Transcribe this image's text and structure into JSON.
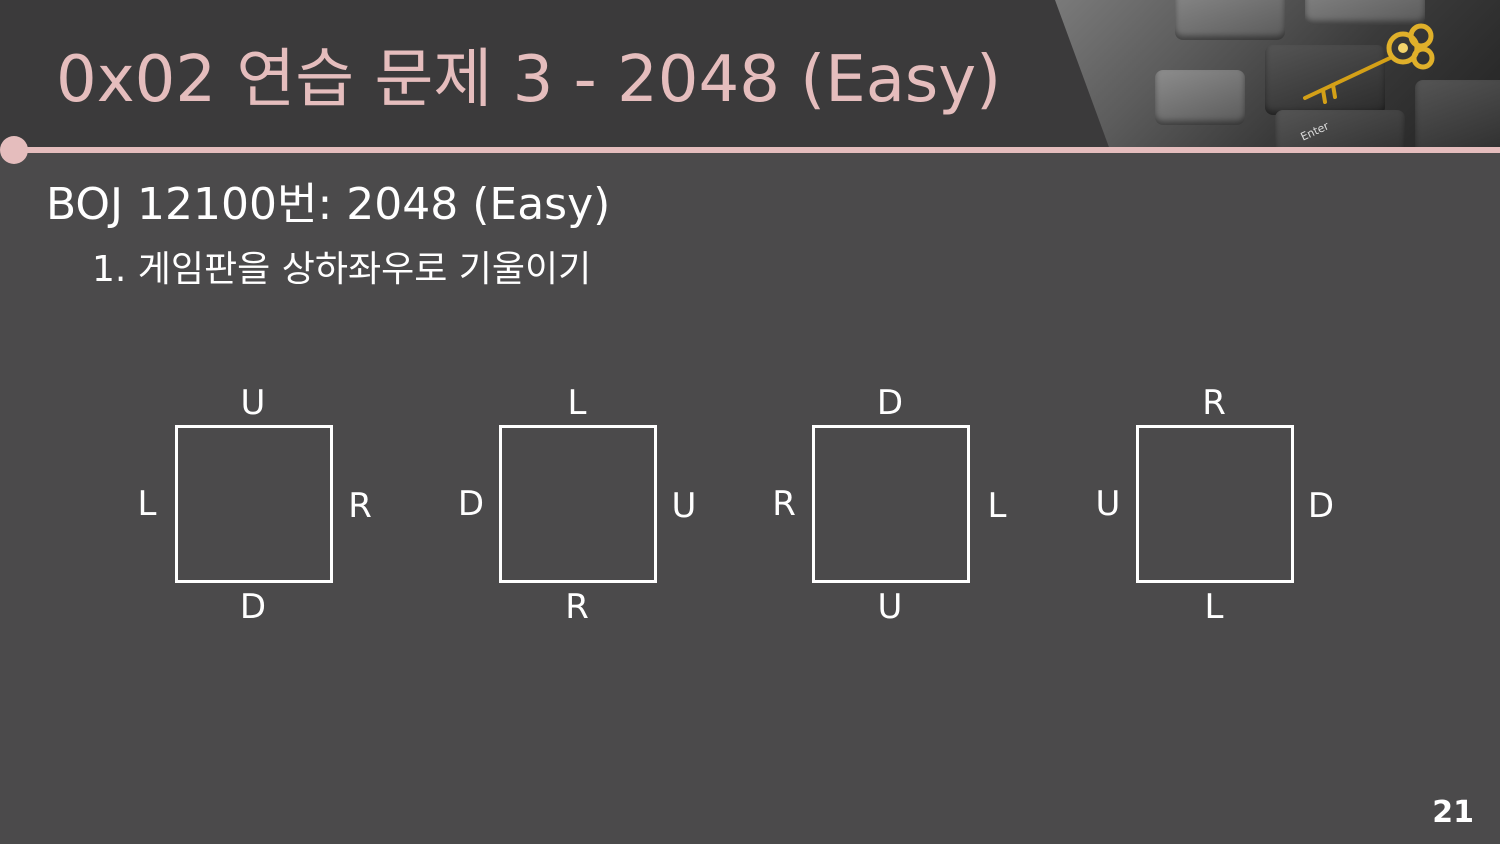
{
  "slide": {
    "title": "0x02  연습 문제 3 - 2048 (Easy)",
    "subtitle": "BOJ 12100번: 2048 (Easy)",
    "bullet": "1. 게임판을 상하좌우로 기울이기",
    "page_number": "21"
  },
  "header_image": {
    "icon": "keyboard-with-golden-key",
    "key_label": "Enter"
  },
  "colors": {
    "accent": "#e5bdbd",
    "background": "#4b4a4b",
    "header_background": "#3b3a3b",
    "text": "#ffffff"
  },
  "diagrams": [
    {
      "top": "U",
      "left": "L",
      "right": "R",
      "bottom": "D"
    },
    {
      "top": "L",
      "left": "D",
      "right": "U",
      "bottom": "R"
    },
    {
      "top": "D",
      "left": "R",
      "right": "L",
      "bottom": "U"
    },
    {
      "top": "R",
      "left": "U",
      "right": "D",
      "bottom": "L"
    }
  ]
}
